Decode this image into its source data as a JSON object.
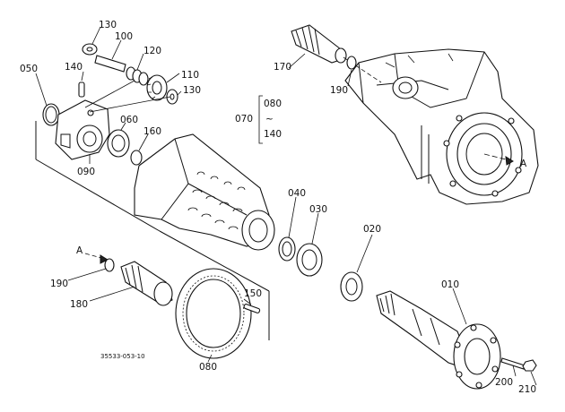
{
  "labels": {
    "p010": "010",
    "p020": "020",
    "p030": "030",
    "p040": "040",
    "p050": "050",
    "p060": "060",
    "p070": "070",
    "p080": "080",
    "p080b": "080",
    "p090": "090",
    "p100": "100",
    "p110": "110",
    "p120": "120",
    "p130a": "130",
    "p130b": "130",
    "p140": "140",
    "p140b": "140",
    "p150": "150",
    "p160": "160",
    "p170": "170",
    "p180": "180",
    "p190a": "190",
    "p190b": "190",
    "p200": "200",
    "p210": "210",
    "refA1": "A",
    "refA2": "A",
    "tilde": "~"
  },
  "drawing_code": "35533-053-10"
}
